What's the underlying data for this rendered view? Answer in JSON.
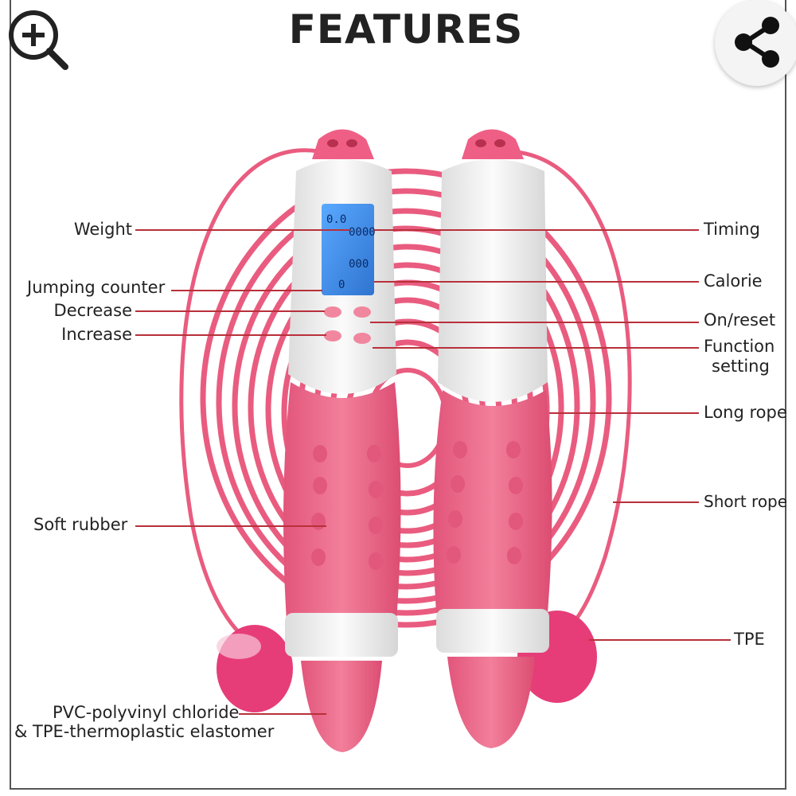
{
  "title": "FEATURES",
  "icons": {
    "zoom": "zoom-in-icon",
    "share": "share-icon"
  },
  "colors": {
    "rope": "#e95c7f",
    "handle_pink": "#ef6f8e",
    "handle_white": "#f2f2f2",
    "screen": "#3e8fe0",
    "leader": "#b8303a"
  },
  "labels_left": {
    "weight": "Weight",
    "jumping_counter": "Jumping counter",
    "decrease": "Decrease",
    "increase": "Increase",
    "soft_rubber": "Soft rubber",
    "pvc_line1": "PVC-polyvinyl chloride",
    "pvc_line2": "& TPE-thermoplastic elastomer"
  },
  "labels_right": {
    "timing": "Timing",
    "calorie": "Calorie",
    "on_reset": "On/reset",
    "function_line1": "Function",
    "function_line2": "setting",
    "long_rope": "Long rope",
    "short_rope": "Short rope",
    "tpe": "TPE"
  }
}
